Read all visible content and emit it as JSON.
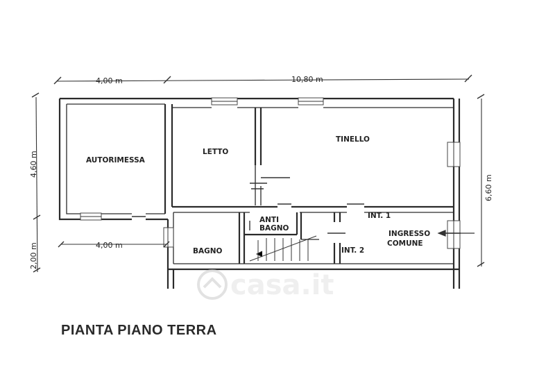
{
  "title": "PIANTA PIANO TERRA",
  "rooms": {
    "autorimessa": "AUTORIMESSA",
    "letto": "LETTO",
    "tinello": "TINELLO",
    "anti": "ANTI",
    "bagno_anti": "BAGNO",
    "bagno": "BAGNO",
    "int1": "INT. 1",
    "int2": "INT. 2",
    "ingresso": "INGRESSO",
    "comune": "COMUNE"
  },
  "dimensions": {
    "top_left": "4,00 m",
    "top_total": "10,80 m",
    "left_upper": "4,60 m",
    "left_lower": "2,00 m",
    "bottom_left": "4,00 m",
    "right": "6,60 m"
  },
  "watermark": "casa.it"
}
